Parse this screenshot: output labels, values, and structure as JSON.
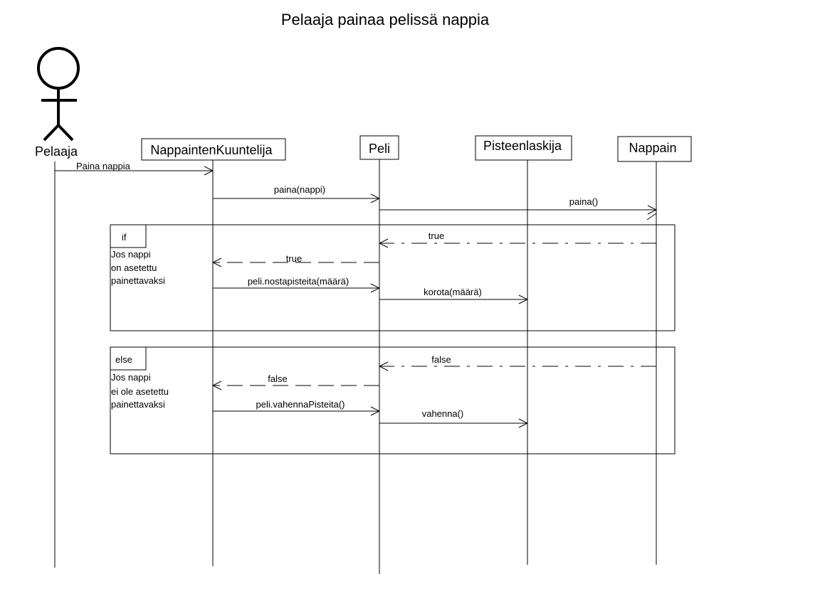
{
  "diagram": {
    "title": "Pelaaja painaa pelissä nappia",
    "actor": {
      "id": "pelaaja",
      "label": "Pelaaja"
    },
    "participants": [
      {
        "id": "nk",
        "label": "NappaintenKuuntelija"
      },
      {
        "id": "peli",
        "label": "Peli"
      },
      {
        "id": "pl",
        "label": "Pisteenlaskija"
      },
      {
        "id": "nappain",
        "label": "Nappain"
      }
    ],
    "messages": [
      {
        "label": "Paina nappia",
        "from": "pelaaja",
        "to": "nk",
        "style": "solid"
      },
      {
        "label": "paina(nappi)",
        "from": "nk",
        "to": "peli",
        "style": "solid"
      },
      {
        "label": "paina()",
        "from": "peli",
        "to": "nappain",
        "style": "solid"
      },
      {
        "label": "true",
        "from": "nappain",
        "to": "peli",
        "style": "return"
      },
      {
        "label": "true",
        "from": "peli",
        "to": "nk",
        "style": "return"
      },
      {
        "label": "peli.nostapisteita(määrä)",
        "from": "nk",
        "to": "peli",
        "style": "solid"
      },
      {
        "label": "korota(määrä)",
        "from": "peli",
        "to": "pl",
        "style": "solid"
      },
      {
        "label": "false",
        "from": "nappain",
        "to": "peli",
        "style": "return"
      },
      {
        "label": "false",
        "from": "peli",
        "to": "nk",
        "style": "return"
      },
      {
        "label": "peli.vahennaPisteita()",
        "from": "nk",
        "to": "peli",
        "style": "solid"
      },
      {
        "label": "vahenna()",
        "from": "peli",
        "to": "pl",
        "style": "solid"
      }
    ],
    "fragments": [
      {
        "tag": "if",
        "guard": [
          "Jos nappi",
          "on asetettu",
          "painettavaksi"
        ]
      },
      {
        "tag": "else",
        "guard": [
          "Jos nappi",
          "ei ole asetettu",
          "painettavaksi"
        ]
      }
    ]
  }
}
